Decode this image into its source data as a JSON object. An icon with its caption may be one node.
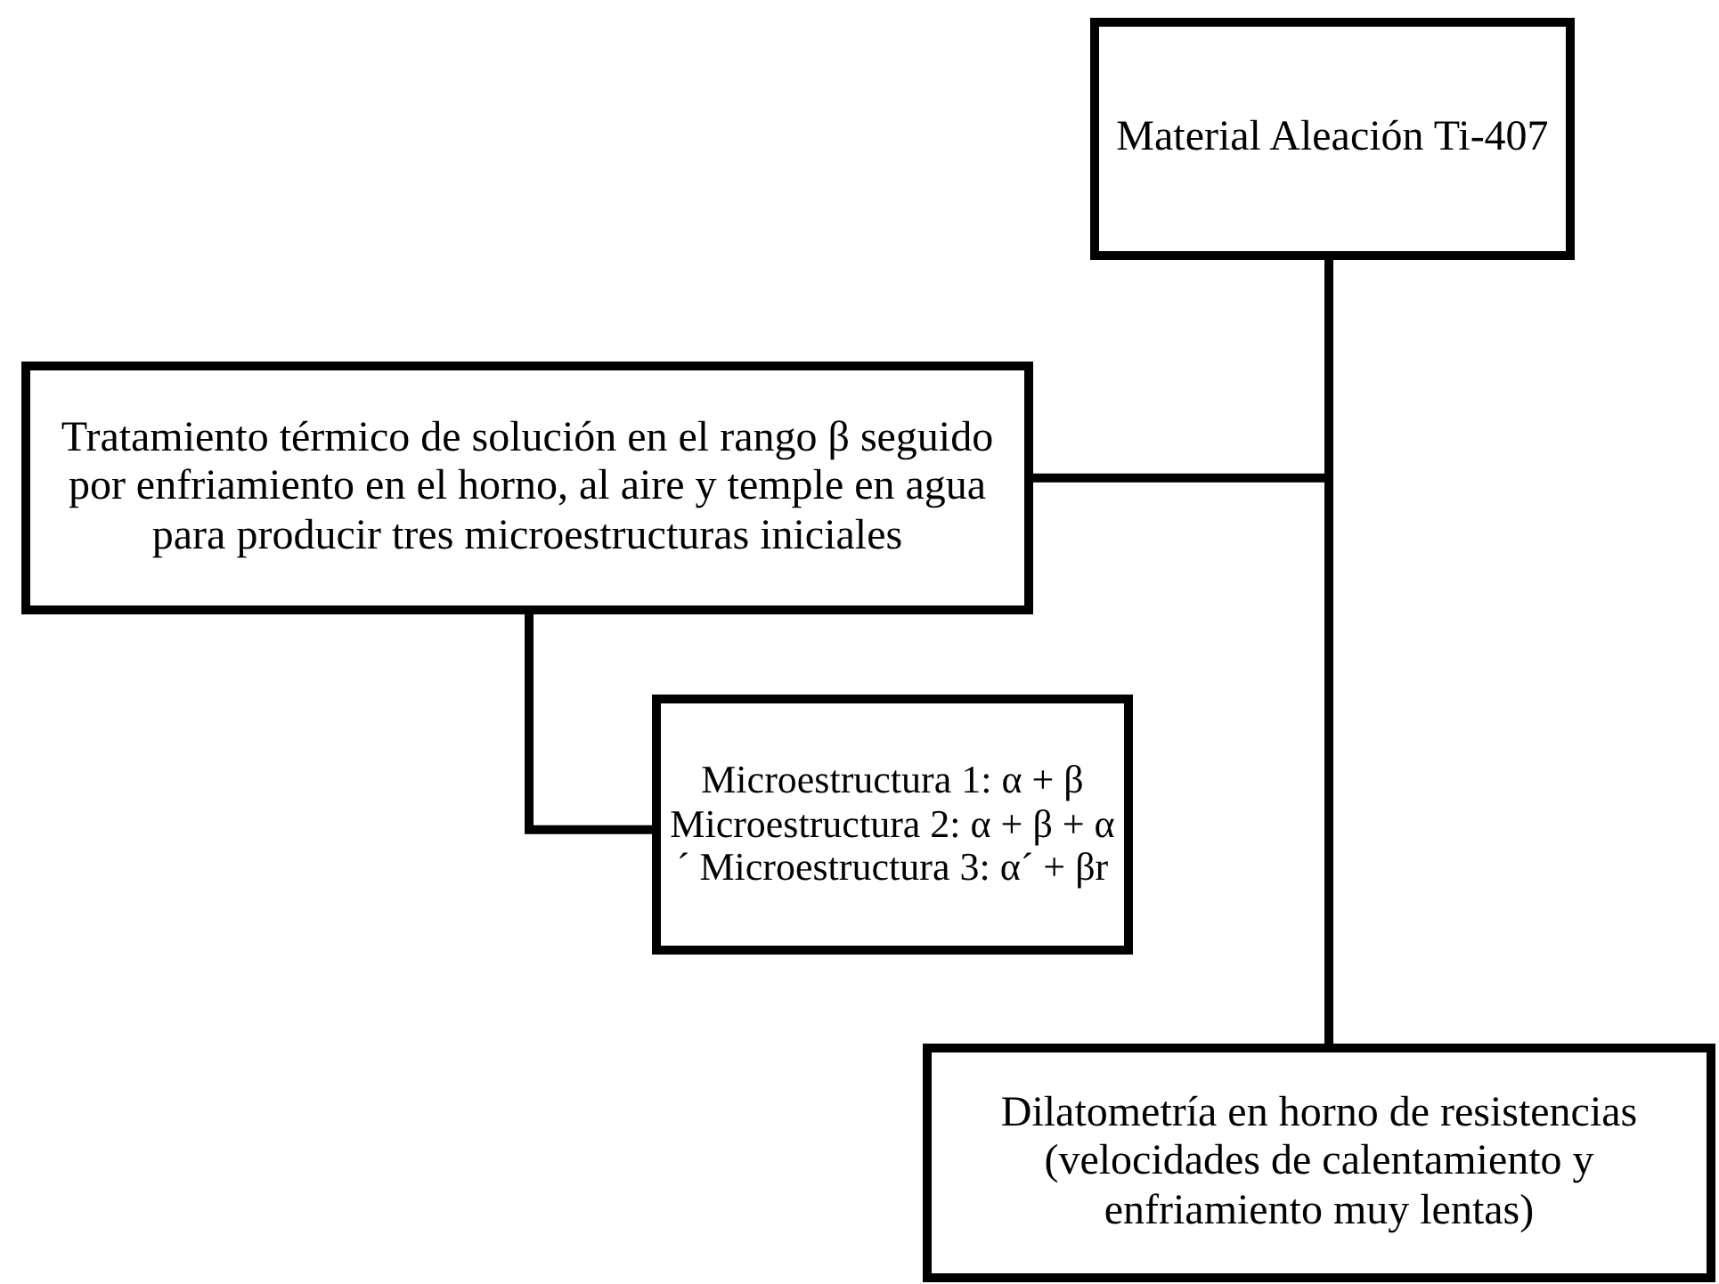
{
  "diagram": {
    "nodes": [
      {
        "text": [
          "Material Aleación Ti-407"
        ]
      },
      {
        "text": [
          "Tratamiento térmico de solución en el rango β seguido por enfriamiento en el horno, al aire y temple en agua para producir tres microestructuras iniciales"
        ]
      },
      {
        "text": [
          "Microestructura 1: α + β Microestructura 2: α + β + α´ Microestructura 3: α´ + βr"
        ]
      },
      {
        "text": [
          "Dilatometría en horno de resistencias (velocidades de calentamiento y enfriamiento muy lentas)"
        ]
      }
    ],
    "edges": [
      {
        "from": 0,
        "to": 1,
        "arrow": "none"
      },
      {
        "from": 0,
        "to": 3,
        "arrow": "none"
      },
      {
        "from": 1,
        "to": 2,
        "arrow": "none"
      }
    ]
  }
}
